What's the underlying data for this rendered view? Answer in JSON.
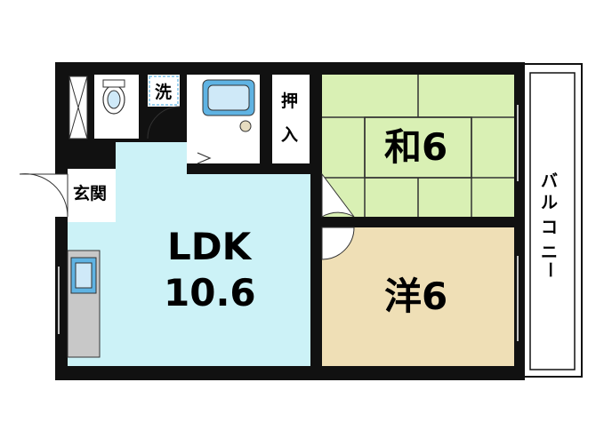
{
  "rooms": {
    "ldk_name": "LDK",
    "ldk_size": "10.6",
    "washitsu": "和6",
    "yoshitsu": "洋6",
    "genkan": "玄関",
    "senmen": "洗",
    "oshiire_1": "押",
    "oshiire_2": "入",
    "balcony": [
      "バ",
      "ル",
      "コ",
      "ニ",
      "ー"
    ]
  },
  "colors": {
    "ldk": "#ccf2f7",
    "washitsu": "#d9f0b4",
    "yoshitsu": "#efdfb6",
    "wall": "#111111",
    "fixture": "#5fb3e3",
    "kitchen": "#c8c8c8"
  }
}
